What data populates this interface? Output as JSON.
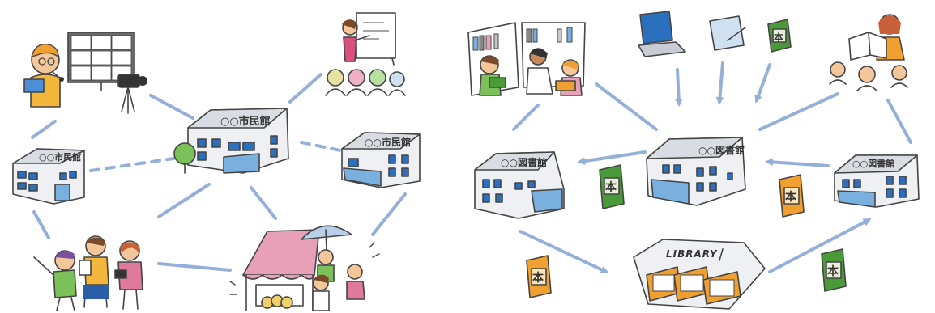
{
  "community_hall_label": "○○市民館",
  "library_label": "○○図書館",
  "library_building_sign": "LIBRARY",
  "book_glyph": "本",
  "colors": {
    "connector": "#95b0d8",
    "building_wall": "#eef0f3",
    "building_window": "#2b6fbf",
    "skin": "#f4c79a",
    "book_green": "#4a9a3a",
    "book_orange": "#f0a030",
    "awning_pink": "#e8a0b8",
    "umbrella_blue": "#b9cfe8",
    "tree_green": "#7cc05a"
  }
}
